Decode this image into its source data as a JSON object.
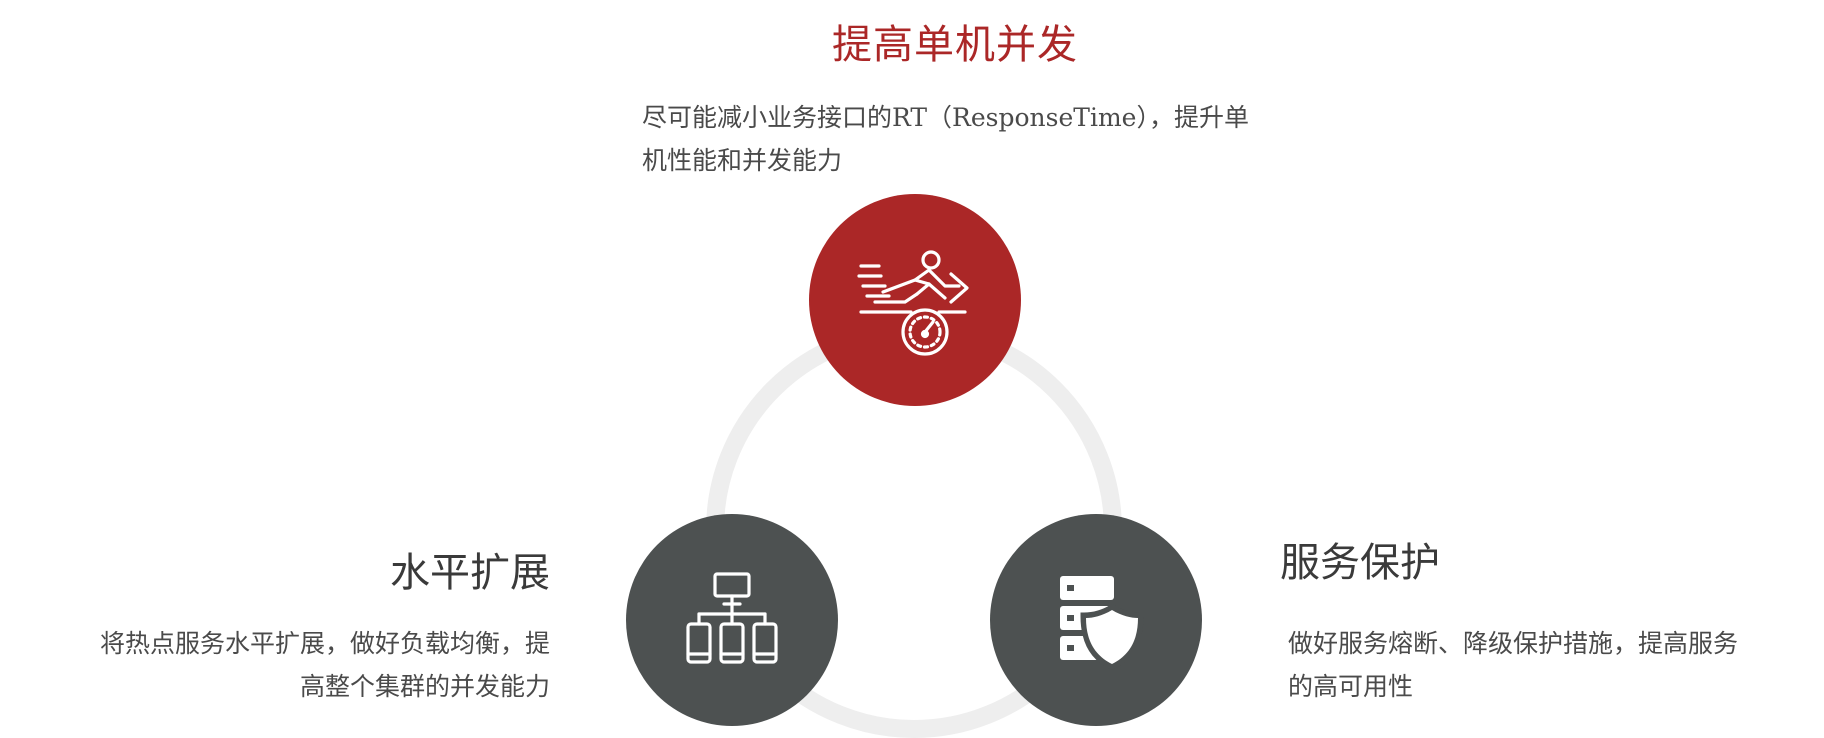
{
  "top": {
    "title": "提高单机并发",
    "desc": "尽可能减小业务接口的RT（ResponseTime），提升单机性能和并发能力",
    "icon": "sprinter-speedometer-icon",
    "color": "#ab2727"
  },
  "left": {
    "title": "水平扩展",
    "desc": "将热点服务水平扩展，做好负载均衡，提高整个集群的并发能力",
    "icon": "network-devices-icon",
    "color": "#4d5151"
  },
  "right": {
    "title": "服务保护",
    "desc": "做好服务熔断、降级保护措施，提高服务的高可用性",
    "icon": "server-shield-icon",
    "color": "#4d5151"
  },
  "ring_color": "#eeeeee"
}
